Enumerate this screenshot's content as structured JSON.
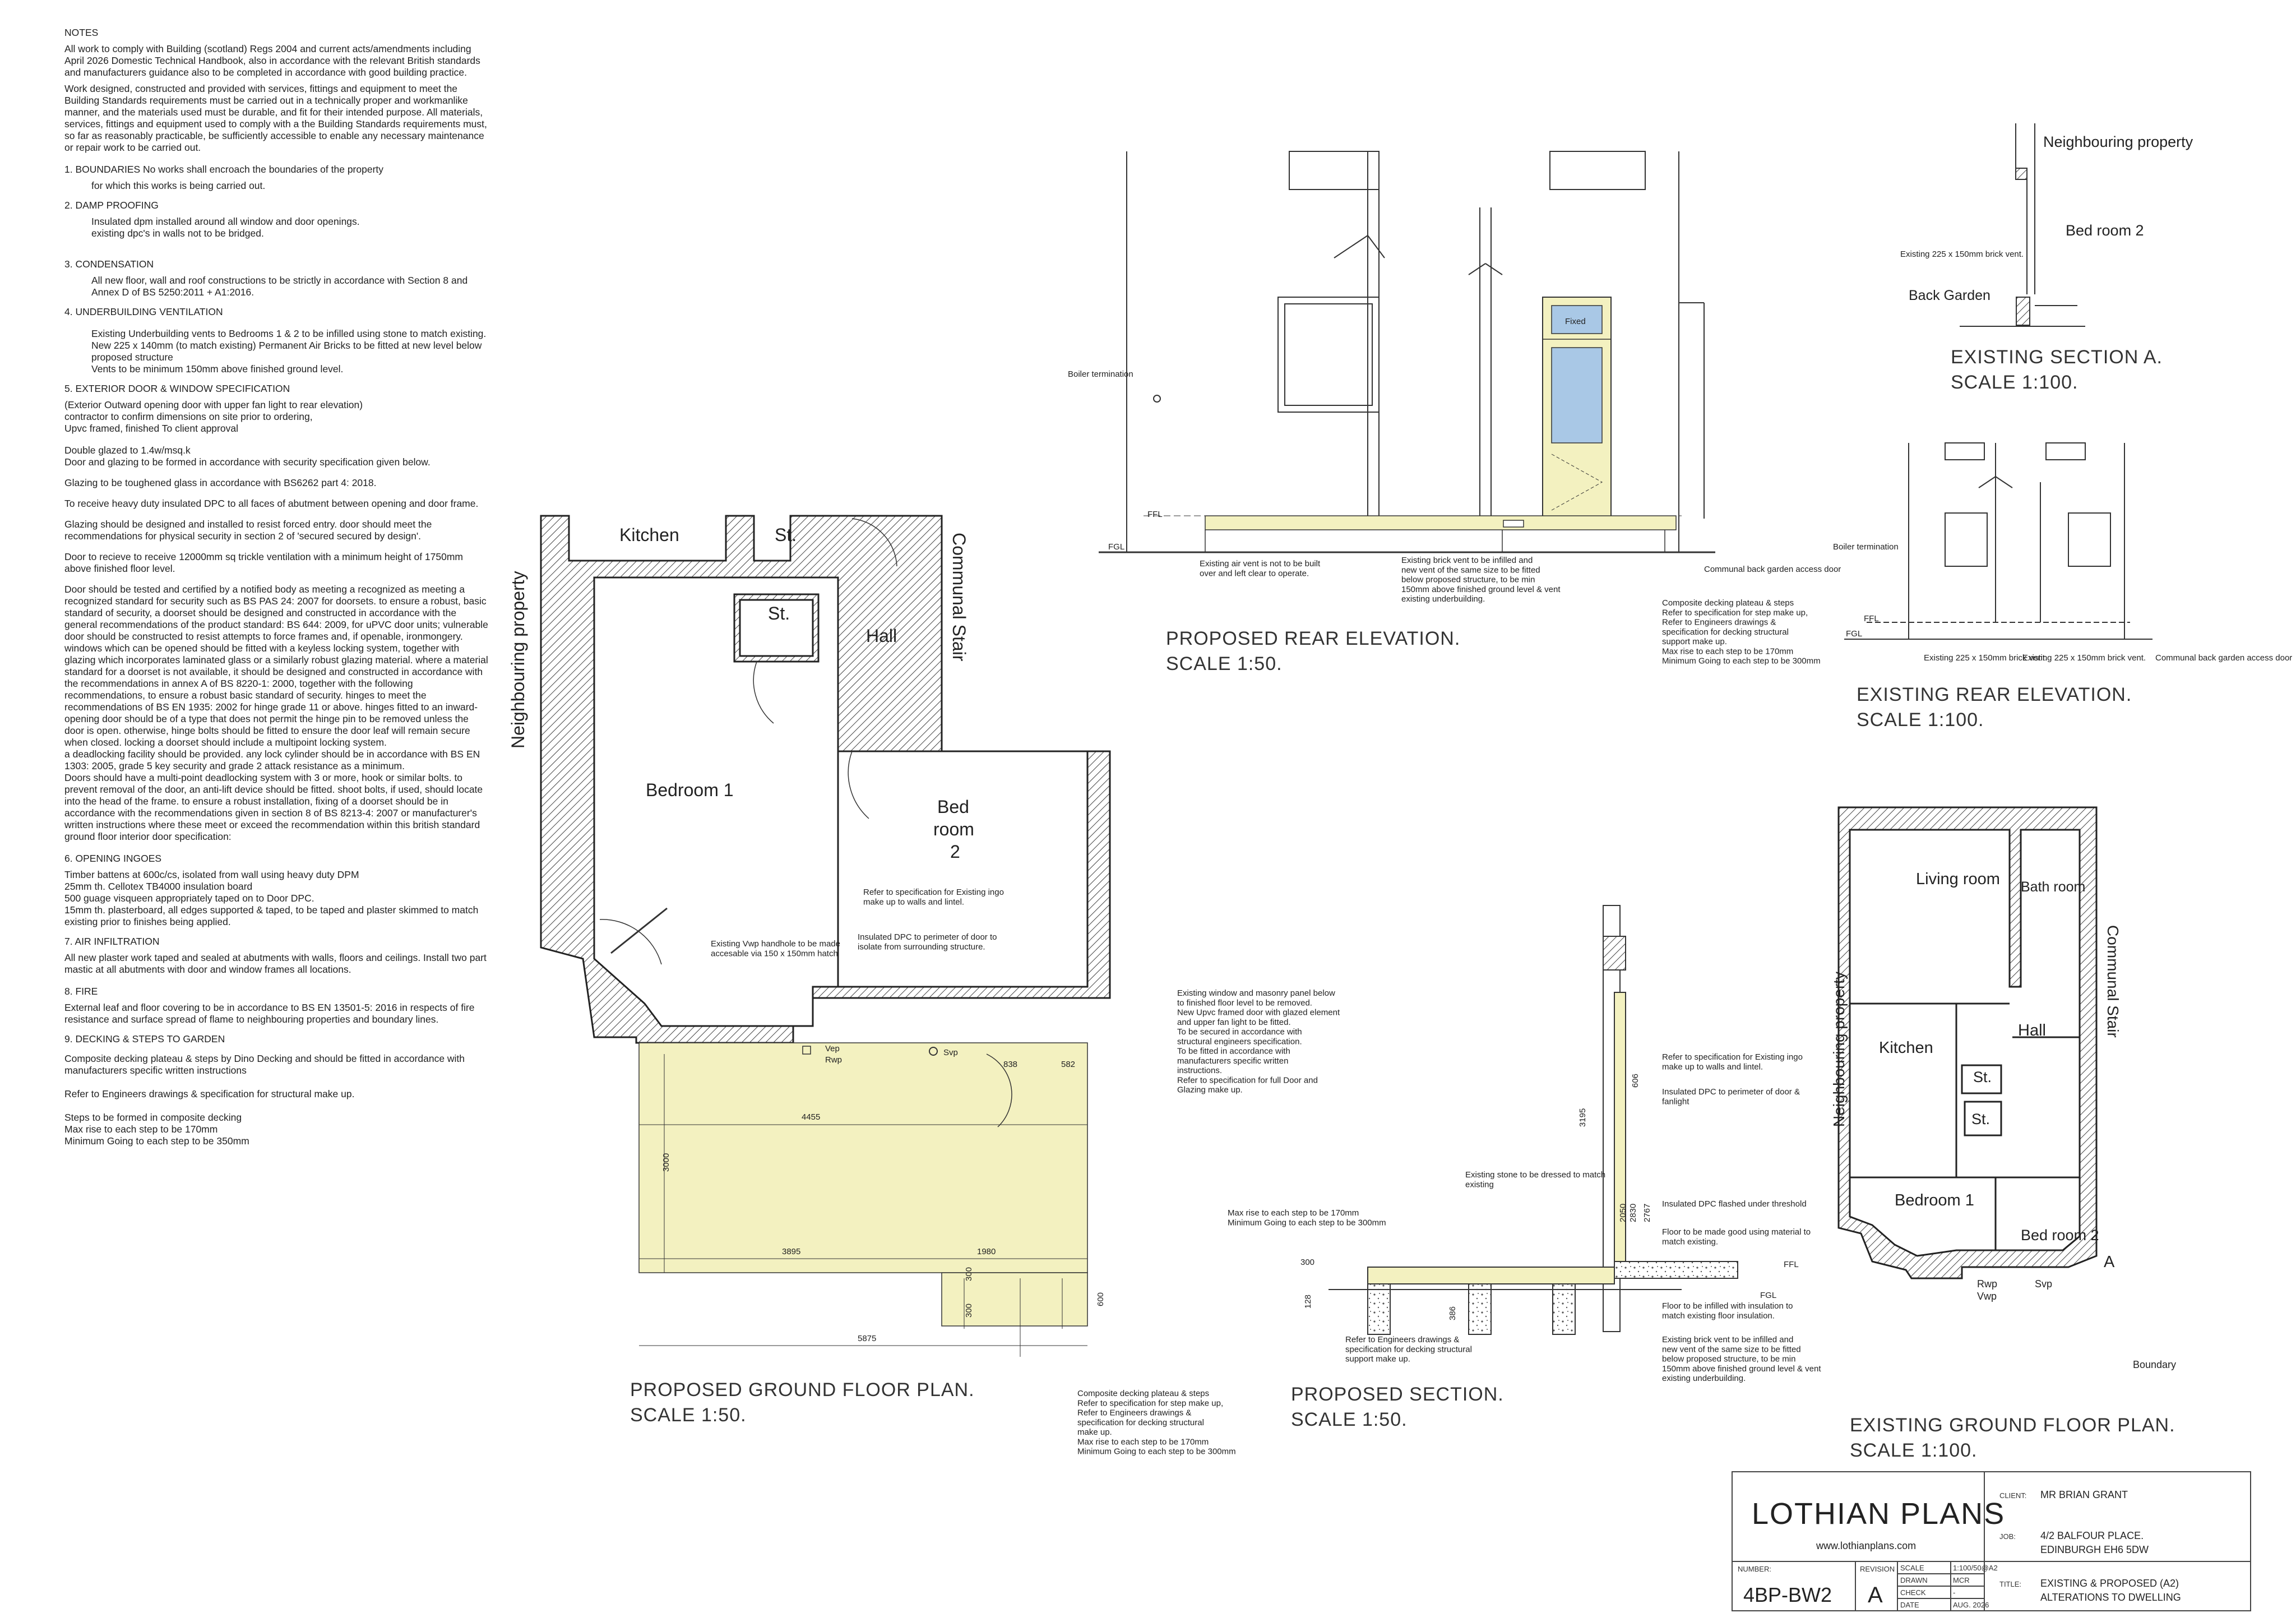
{
  "notes": {
    "heading": "NOTES",
    "intro": [
      "All work to comply with Building (scotland) Regs 2004 and current acts/amendments including April 2026 Domestic Technical Handbook, also in accordance with the relevant British standards and manufacturers guidance also to be completed in accordance with good building practice.",
      "Work designed, constructed and provided with services, fittings and equipment to meet the Building Standards requirements must be carried out in a technically proper and workmanlike manner, and the materials used must be durable, and fit for their intended purpose. All materials, services, fittings and equipment used to comply with a the Building Standards requirements must, so far as reasonably practicable, be sufficiently accessible to enable any necessary maintenance or repair work to be carried out."
    ],
    "sections": [
      {
        "heading": "1.  BOUNDARIES No works shall encroach the boundaries of the property",
        "body": "for which this works is being carried out."
      },
      {
        "heading": "2.  DAMP PROOFING",
        "body": "Insulated dpm installed around all window and door openings.\nexisting dpc's in walls not to be bridged."
      },
      {
        "heading": "3.  CONDENSATION",
        "body": "All new floor, wall and roof constructions to be strictly in accordance with Section 8 and Annex D of BS 5250:2011 + A1:2016."
      },
      {
        "heading": "4.  UNDERBUILDING VENTILATION",
        "body": "Existing Underbuilding vents to Bedrooms 1 & 2 to be infilled using stone to match existing.\nNew 225 x 140mm (to match existing) Permanent Air Bricks to be fitted at new level below proposed structure\nVents to be minimum 150mm above finished ground level."
      },
      {
        "heading": "5.  EXTERIOR DOOR & WINDOW SPECIFICATION",
        "body": "(Exterior Outward opening door with upper fan light to rear elevation)\ncontractor to confirm dimensions on site prior to ordering,\nUpvc framed, finished To client approval"
      }
    ],
    "paras": [
      "Double glazed to 1.4w/msq.k\nDoor and glazing to be formed in accordance with security specification given below.",
      "Glazing to be toughened glass in accordance with BS6262 part 4: 2018.",
      "To receive heavy duty insulated DPC to all faces of abutment between opening and door frame.",
      "Glazing should be designed and installed to resist forced entry. door should meet the recommendations for physical security in section 2 of 'secured secured by design'.",
      "Door to recieve to receive 12000mm sq trickle ventilation with a minimum height of 1750mm above finished floor level.",
      "Door should be tested and certified by a notified body as meeting a recognized as meeting a recognized standard for security such as BS PAS 24: 2007 for doorsets. to ensure a robust, basic standard of security, a doorset should be designed and constructed in accordance with the general recommendations of the product standard: BS 644: 2009, for uPVC door units; vulnerable door should be constructed to resist attempts to force frames and, if openable, ironmongery. windows which can be opened should be fitted with a keyless locking system, together with glazing which incorporates laminated glass or a similarly robust glazing material. where a material standard for a doorset is not available, it should be designed and constructed in accordance with the recommendations in annex A of BS 8220-1: 2000, together with the following recommendations, to ensure a robust basic standard of security. hinges to meet the recommendations of BS EN 1935: 2002 for hinge grade 11 or above. hinges fitted to an inward-opening door should be of a type that does not permit the hinge pin to be removed unless the door is open. otherwise, hinge bolts should be fitted to ensure the door leaf will remain secure when closed. locking a doorset should include a multipoint locking system.\na deadlocking facility should be provided. any lock cylinder should be in accordance with BS EN 1303: 2005, grade 5 key security and grade 2 attack resistance as a minimum.\nDoors should have a multi-point deadlocking system with 3 or more, hook or similar bolts. to prevent removal of the door, an anti-lift device should be fitted. shoot bolts, if used, should locate into the head of the frame. to ensure a robust installation, fixing of a doorset should be in accordance with the recommendations given in section 8 of BS 8213-4: 2007 or manufacturer's written instructions where these meet or exceed the recommendation within this british standard  ground floor interior door specification:"
    ],
    "sections2": [
      {
        "heading": "6.  OPENING INGOES",
        "body": "Timber battens at 600c/cs, isolated from wall using heavy duty DPM\n25mm th. Cellotex TB4000 insulation board\n500 guage visqueen appropriately taped on to Door DPC.\n15mm th. plasterboard, all edges supported & taped, to be taped and plaster skimmed to match existing prior to finishes being applied."
      },
      {
        "heading": "7.  AIR INFILTRATION",
        "body": "All new plaster work taped and sealed at abutments with walls, floors and ceilings. Install two part mastic at all abutments with door and window frames all locations."
      },
      {
        "heading": "8.  FIRE",
        "body": "External leaf and floor covering to be in accordance to BS EN 13501-5: 2016 in respects of fire resistance and surface spread of flame to neighbouring properties and boundary lines."
      },
      {
        "heading": "9.  DECKING & STEPS TO GARDEN",
        "body": "Composite decking plateau & steps by Dino Decking and should be fitted in accordance with manufacturers specific written instructions\n\nRefer to Engineers drawings & specification for structural make up.\n\nSteps to be formed in composite decking\nMax rise to each step to be 170mm\nMinimum Going to each step to be 350mm"
      }
    ]
  },
  "drawings": {
    "rear_elevation": {
      "title": "PROPOSED REAR ELEVATION.",
      "scale": "SCALE 1:50.",
      "fixed": "Fixed",
      "ffl": "FFL",
      "fgl": "FGL",
      "boiler": "Boiler termination",
      "air_vent": "Existing air vent is not to be built over and left clear to operate.",
      "brick_vent": "Existing brick vent to be infilled and new vent of the same size to be fitted below proposed structure, to be min 150mm above finished ground level & vent existing underbuilding.",
      "communal_door": "Communal back garden access door",
      "decking": "Composite decking plateau & steps\nRefer to specification for step make up, Refer to Engineers drawings & specification for decking structural support make up.\nMax rise to each step to be 170mm\nMinimum Going to each step to be 300mm"
    },
    "ground_plan": {
      "title": "PROPOSED GROUND FLOOR PLAN.",
      "scale": "SCALE 1:50.",
      "kitchen": "Kitchen",
      "st1": "St.",
      "st2": "St.",
      "hall": "Hall",
      "communal": "Communal Stair",
      "neighbouring": "Neighbouring property",
      "bedroom1": "Bedroom 1",
      "bed": "Bed",
      "room": "room",
      "two": "2",
      "vwp": "Existing Vwp handhole to be made accesable via 150 x 150mm hatch",
      "ingo": "Refer to specification for Existing ingo make up to walls and lintel.",
      "dpc": "Insulated DPC to perimeter of door to isolate from surrounding structure.",
      "window": "Existing window and masonry panel below to finished floor level to be removed.\n\nNew Upvc framed door with glazed element and upper fan light to be fitted.\nTo be secured in accordance with structural engineers specification.\nTo be fitted in accordance with manufacturers specific written instructions.\nRefer to specification for full Door and Glazing make up.",
      "vep": "Vep",
      "rwp": "Rwp",
      "svp": "Svp",
      "d4455": "4455",
      "d838": "838",
      "d582": "582",
      "d3000": "3000",
      "d3895": "3895",
      "d1980": "1980",
      "d300a": "300",
      "d300b": "300",
      "d600": "600",
      "d5875": "5875",
      "decking": "Composite decking plateau & steps\nRefer to specification for step make up, Refer to Engineers drawings & specification for decking structural make up.\nMax rise to each step to be 170mm\nMinimum Going to each step to be 300mm"
    },
    "section": {
      "title": "PROPOSED SECTION.",
      "scale": "SCALE 1:50.",
      "ingo": "Refer to specification for Existing ingo make up to walls and lintel.",
      "dpc_fanlight": "Insulated DPC to perimeter of door & fanlight",
      "stone": "Existing stone to be dressed to match existing",
      "maxrise": "Max rise to each step to be 170mm Minimum Going to each step to be 300mm",
      "dpc_threshold": "Insulated DPC flashed under threshold",
      "floor_good": "Floor to be made good using material to match existing.",
      "ffl": "FFL",
      "fgl": "FGL",
      "floor_infill": "Floor to be infilled with insulation to match existing floor insulation.",
      "engineers": "Refer to Engineers drawings & specification for decking structural support make up.",
      "brick_vent": "Existing brick vent to be infilled and new vent of the same size to be fitted below proposed structure, to be min 150mm above finished ground level & vent existing underbuilding.",
      "d3195": "3195",
      "d606": "606",
      "d2050": "2050",
      "d2830": "2830",
      "d2767": "2767",
      "d300": "300",
      "d128": "128",
      "d386": "386"
    },
    "section_a": {
      "title": "EXISTING SECTION A.",
      "scale": "SCALE 1:100.",
      "neighbouring": "Neighbouring property",
      "bedroom": "Bed room 2",
      "vent": "Existing 225 x 150mm brick vent.",
      "back_garden": "Back Garden"
    },
    "existing_elev": {
      "title": "EXISTING REAR ELEVATION.",
      "scale": "SCALE 1:100.",
      "boiler": "Boiler termination",
      "ffl": "FFL",
      "fgl": "FGL",
      "vent1": "Existing 225 x 150mm brick vent.",
      "vent2": "Existing 225 x 150mm brick vent.",
      "communal_door": "Communal back garden access door"
    },
    "existing_plan": {
      "title": "EXISTING GROUND FLOOR PLAN.",
      "scale": "SCALE 1:100.",
      "living": "Living room",
      "bath": "Bath room",
      "hall": "Hall",
      "kitchen": "Kitchen",
      "st1": "St.",
      "st2": "St.",
      "bedroom1": "Bedroom 1",
      "bed2": "Bed room 2",
      "neighbouring": "Neighbouring property",
      "communal": "Communal Stair",
      "rwp": "Rwp",
      "vwp": "Vwp",
      "svp": "Svp",
      "a": "A",
      "boundary": "Boundary"
    }
  },
  "title_block": {
    "logo": "LOTHIAN PLANS",
    "website": "www.lothianplans.com",
    "client_label": "CLIENT:",
    "client": "MR BRIAN GRANT",
    "job_label": "JOB:",
    "job1": "4/2 BALFOUR PLACE.",
    "job2": "EDINBURGH EH6 5DW",
    "number_label": "NUMBER:",
    "number": "4BP-BW2",
    "revision_label": "REVISION",
    "revision": "A",
    "scale_label": "SCALE",
    "scale": "1:100/50@A2",
    "drawn_label": "DRAWN",
    "drawn": "MCR",
    "check_label": "CHECK",
    "check": "-",
    "date_label": "DATE",
    "date": "AUG. 2026",
    "title_label": "TITLE:",
    "title1": "EXISTING & PROPOSED  (A2)",
    "title2": "ALTERATIONS TO DWELLING"
  },
  "colors": {
    "deck": "#f3f1c0",
    "line": "#222222",
    "glass": "#a9c8e6"
  }
}
